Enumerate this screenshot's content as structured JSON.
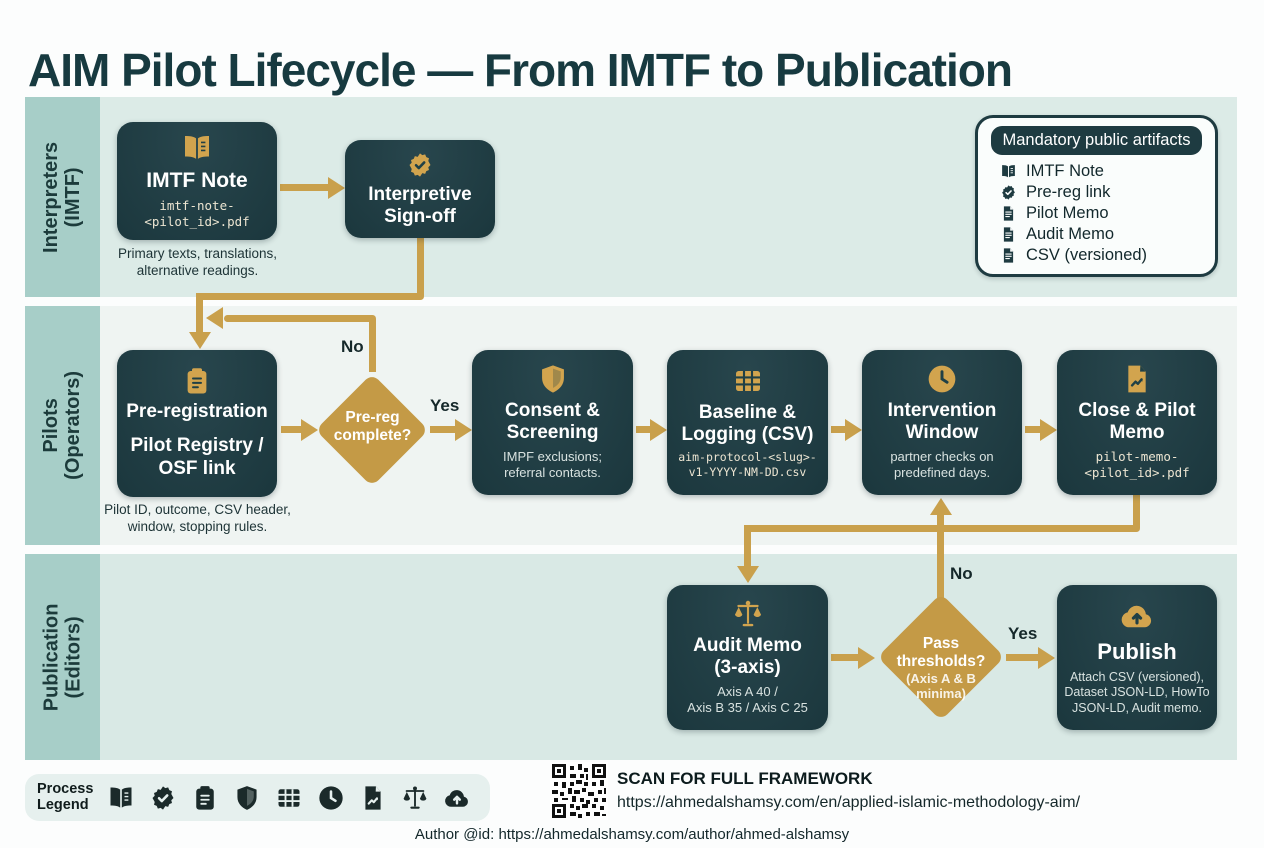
{
  "title": "AIM Pilot Lifecycle — From IMTF to Publication",
  "colors": {
    "gold": "#c9a04c",
    "node_teal": "#1e3b41",
    "lane_mint": "#dcebe7",
    "lane_light": "#eff4f2",
    "label_column": "#a7cec8",
    "ink": "#173a40"
  },
  "lanes": [
    {
      "label": "Interpreters\n(IMTF)"
    },
    {
      "label": "Pilots\n(Operators)"
    },
    {
      "label": "Publication\n(Editors)"
    }
  ],
  "nodes": {
    "imtf_note": {
      "icon": "book-open",
      "title": "IMTF Note",
      "file": "imtf-note-\n<pilot_id>.pdf",
      "caption": "Primary texts, translations,\nalternative readings."
    },
    "signoff": {
      "icon": "badge-check",
      "title": "Interpretive\nSign-off"
    },
    "prereg": {
      "icon": "clipboard",
      "title": "Pre-registration",
      "subtitle": "Pilot Registry /\nOSF link",
      "caption": "Pilot ID, outcome, CSV header,\nwindow, stopping rules."
    },
    "consent": {
      "icon": "shield",
      "title": "Consent &\nScreening",
      "note": "IMPF exclusions;\nreferral contacts."
    },
    "baseline": {
      "icon": "table",
      "title": "Baseline &\nLogging (CSV)",
      "file": "aim-protocol-<slug>-\nv1-YYYY-NM-DD.csv"
    },
    "intervention": {
      "icon": "clock",
      "title": "Intervention\nWindow",
      "note": "partner checks on\npredefined days."
    },
    "close_memo": {
      "icon": "file-chart",
      "title": "Close & Pilot\nMemo",
      "file": "pilot-memo-\n<pilot_id>.pdf"
    },
    "audit": {
      "icon": "scale",
      "title": "Audit Memo\n(3-axis)",
      "note": "Axis A 40 /\nAxis B 35 / Axis C 25"
    },
    "publish": {
      "icon": "cloud-upload",
      "title": "Publish",
      "note": "Attach CSV (versioned),\nDataset JSON-LD, HowTo\nJSON-LD, Audit memo."
    }
  },
  "decisions": {
    "prereg_complete": {
      "label": "Pre-reg\ncomplete?",
      "no": "No",
      "yes": "Yes"
    },
    "pass_thresholds": {
      "label": "Pass\nthresholds?",
      "sublabel": "(Axis A & B\nminima)",
      "no": "No",
      "yes": "Yes"
    }
  },
  "artifacts": {
    "title": "Mandatory public artifacts",
    "items": [
      {
        "icon": "book-open",
        "label": "IMTF Note"
      },
      {
        "icon": "badge-check",
        "label": "Pre-reg link"
      },
      {
        "icon": "file-text",
        "label": "Pilot Memo"
      },
      {
        "icon": "file-text",
        "label": "Audit Memo"
      },
      {
        "icon": "file-text",
        "label": "CSV (versioned)"
      }
    ]
  },
  "legend": {
    "label": "Process\nLegend",
    "icons": [
      "book-open",
      "badge-check",
      "clipboard",
      "shield",
      "table",
      "clock",
      "file-chart",
      "scale",
      "cloud-upload"
    ]
  },
  "footer": {
    "scan_heading": "SCAN FOR FULL FRAMEWORK",
    "scan_url": "https://ahmedalshamsy.com/en/applied-islamic-methodology-aim/",
    "author": "Author @id: https://ahmedalshamsy.com/author/ahmed-alshamsy"
  }
}
